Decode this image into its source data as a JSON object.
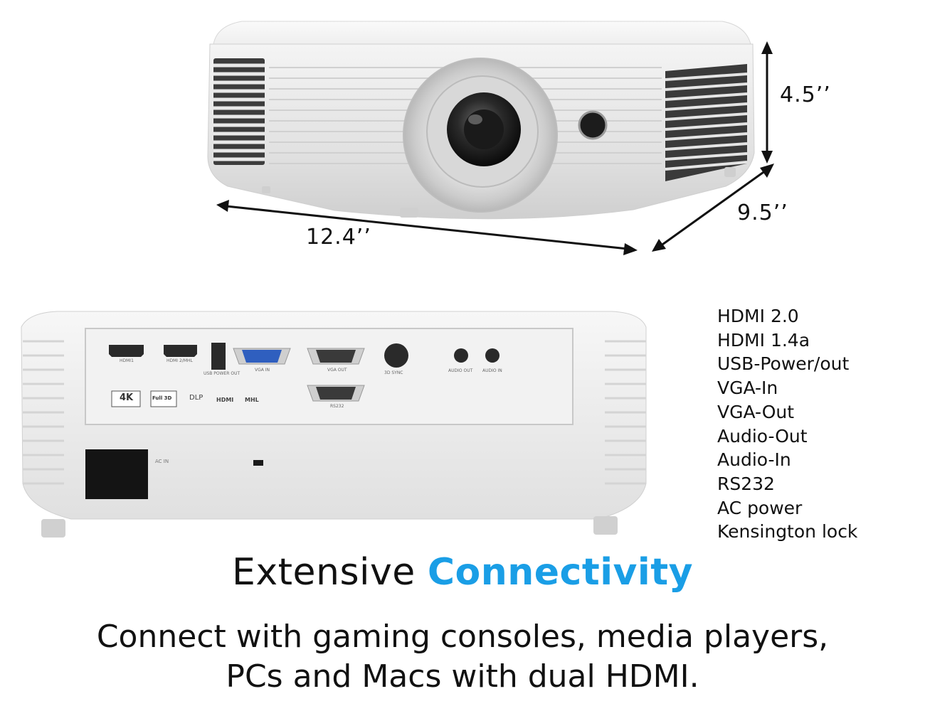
{
  "dimensions": {
    "height": "4.5’’",
    "depth": "9.5’’",
    "width": "12.4’’"
  },
  "ports_panel": {
    "hdmi1_label": "HDMI1",
    "hdmi2_label": "HDMI 2/MHL",
    "usb_label": "USB POWER OUT",
    "vga_in_label": "VGA IN",
    "vga_out_label": "VGA OUT",
    "sync_label": "3D SYNC",
    "audio_out_label": "AUDIO OUT",
    "audio_in_label": "AUDIO IN",
    "rs232_label": "RS232",
    "ac_in_label": "AC IN",
    "badge_4k": "4K",
    "badge_full3d": "Full 3D",
    "badge_dlp": "DLP",
    "badge_hdmi": "HDMI",
    "badge_mhl": "MHL"
  },
  "connectivity_list": [
    "HDMI 2.0",
    "HDMI 1.4a",
    "USB-Power/out",
    "VGA-In",
    "VGA-Out",
    "Audio-Out",
    "Audio-In",
    "RS232",
    "AC power",
    "Kensington lock"
  ],
  "headline": {
    "prefix": "Extensive ",
    "accent": "Connectivity",
    "accent_color": "#1a9ee6"
  },
  "subline": {
    "line1": "Connect with gaming consoles, media players,",
    "line2": "PCs and Macs with dual HDMI."
  }
}
